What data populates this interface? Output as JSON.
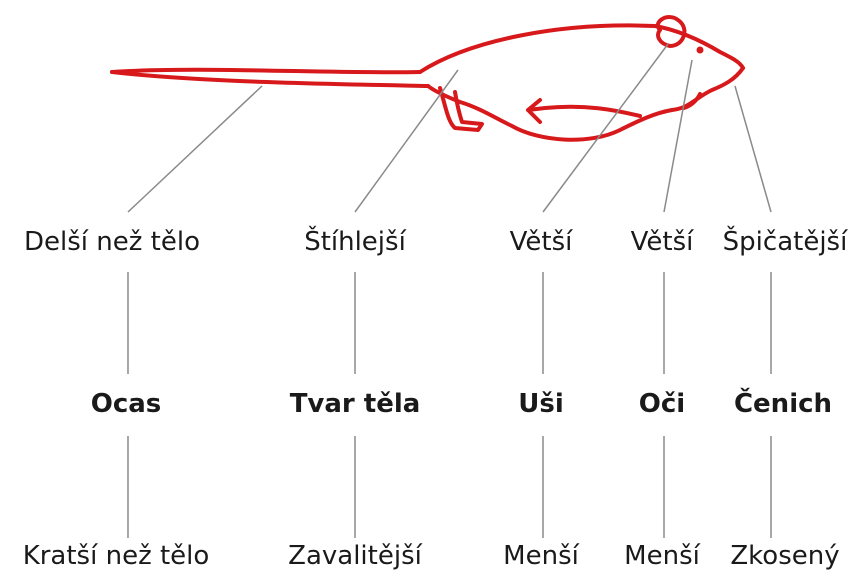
{
  "columns": [
    {
      "trait": "Ocas",
      "upper": "Delší než tělo",
      "lower": "Kratší než tělo"
    },
    {
      "trait": "Tvar těla",
      "upper": "Štíhlejší",
      "lower": "Zavalitější"
    },
    {
      "trait": "Uši",
      "upper": "Větší",
      "lower": "Menší"
    },
    {
      "trait": "Oči",
      "upper": "Větší",
      "lower": "Menší"
    },
    {
      "trait": "Čenich",
      "upper": "Špičatější",
      "lower": "Zkosený"
    }
  ],
  "colors": {
    "outline": "#d7191c",
    "lines": "#8a8a8a",
    "text": "#1a1a1a"
  },
  "figure": {
    "animal_icon": "rat-outline-icon"
  }
}
